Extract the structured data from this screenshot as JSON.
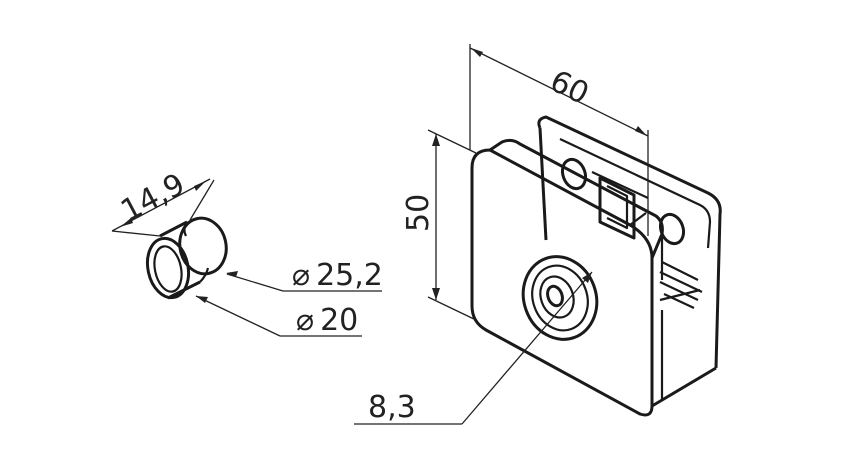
{
  "dimensions": {
    "bushing_length": "14,9",
    "bushing_outer_diameter": "25,2",
    "bushing_inner_diameter": "20",
    "clamp_width": "60",
    "clamp_height": "50",
    "hole_diameter": "8,3"
  },
  "symbols": {
    "diameter": "⌀"
  }
}
